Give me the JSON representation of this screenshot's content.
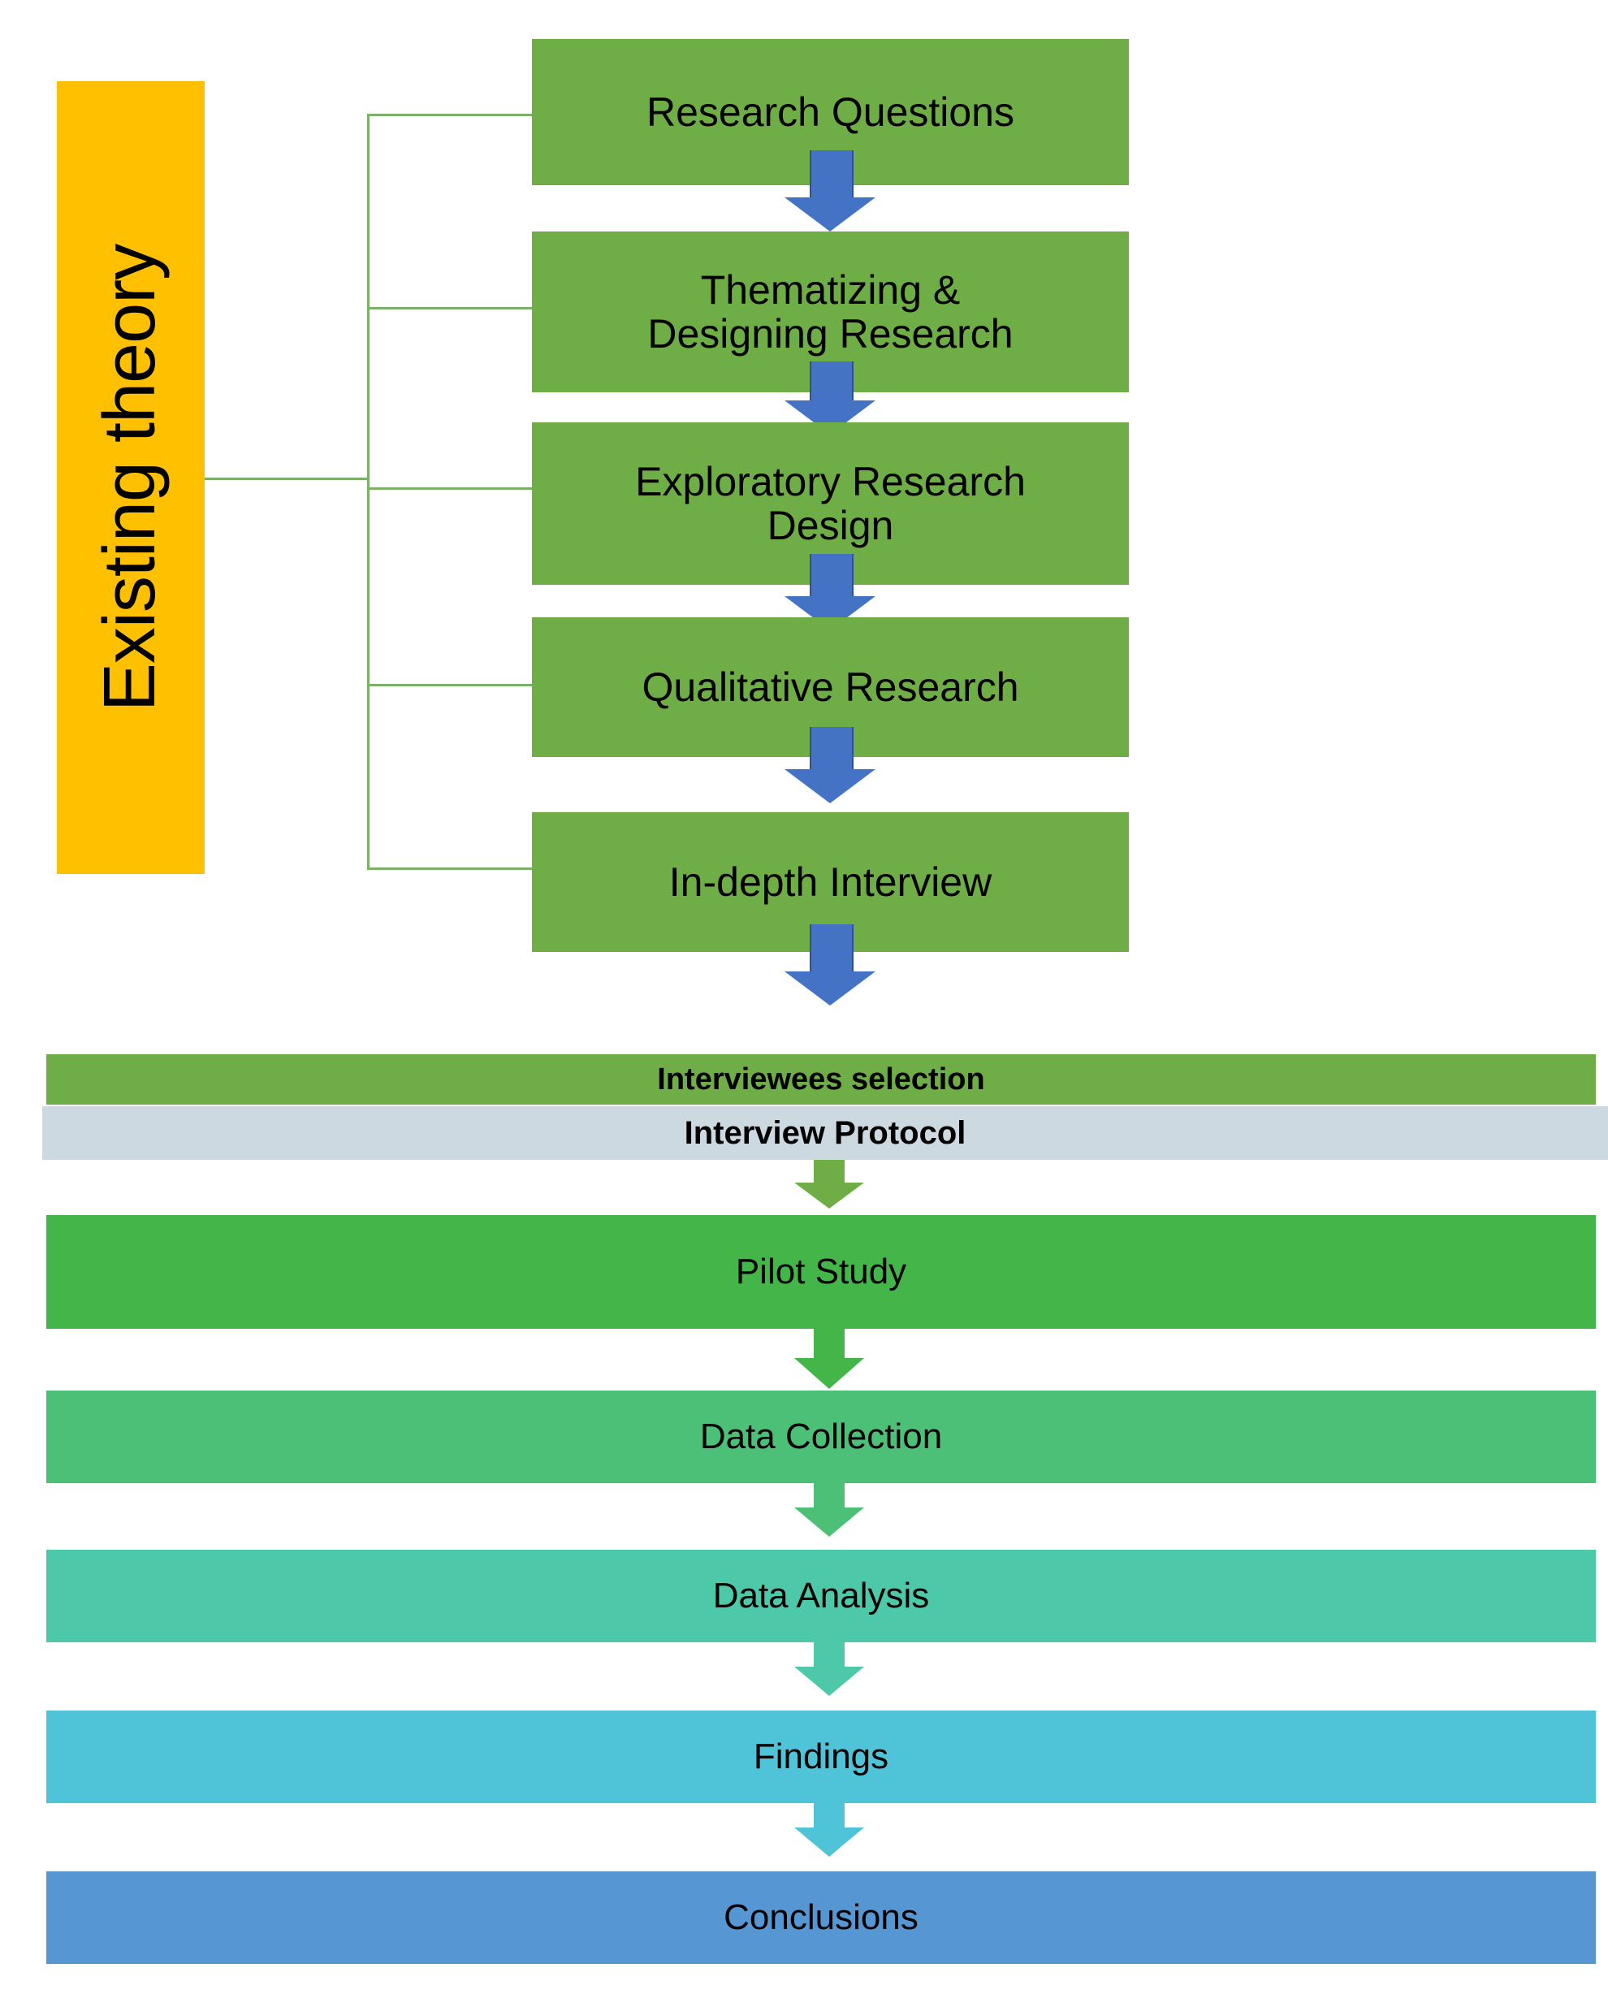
{
  "diagram": {
    "title_label": "Existing theory",
    "theory_color": "#FFC000",
    "connector_color": "#7CB268",
    "stage_box_color": "#6FAE46",
    "stage_arrow_color": "#4472C4",
    "stages": [
      {
        "label": "Research Questions"
      },
      {
        "label": "Thematizing &\nDesigning Research",
        "line1": "Thematizing &",
        "line2": "Designing Research"
      },
      {
        "label": "Exploratory Research\nDesign",
        "line1": "Exploratory Research",
        "line2": "Design"
      },
      {
        "label": "Qualitative Research"
      },
      {
        "label": "In-depth Interview"
      }
    ],
    "bars": [
      {
        "label": "Interviewees selection",
        "color": "#6FAE46",
        "bold": true,
        "font_size": 38
      },
      {
        "label": "Interview Protocol",
        "color": "#CCD9E0",
        "bold": true,
        "font_size": 40
      },
      {
        "label": "Pilot Study",
        "color": "#44B649",
        "bold": false,
        "font_size": 44
      },
      {
        "label": "Data Collection",
        "color": "#4CC077",
        "bold": false,
        "font_size": 44
      },
      {
        "label": "Data Analysis",
        "color": "#4DC8A8",
        "bold": false,
        "font_size": 44
      },
      {
        "label": "Findings",
        "color": "#4FC4D8",
        "bold": false,
        "font_size": 44
      },
      {
        "label": "Conclusions",
        "color": "#5596D3",
        "bold": false,
        "font_size": 44
      }
    ],
    "bar_arrow_colors": [
      "#6FAE46",
      "#44B649",
      "#4CC077",
      "#4DC8A8",
      "#4FC4D8"
    ]
  }
}
